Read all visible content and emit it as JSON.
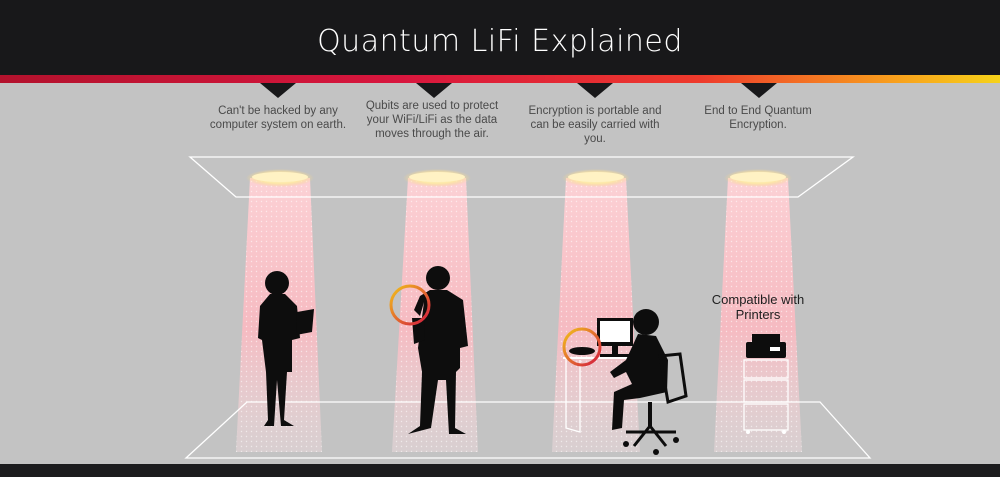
{
  "title": "Quantum LiFi Explained",
  "captions": [
    "Can't be hacked by any computer system on earth.",
    "Qubits are used to protect your WiFi/LiFi as the data moves through the air.",
    "Encryption is portable and can be easily carried with you.",
    "End to End Quantum Encryption."
  ],
  "printer_label": "Compatible with Printers",
  "colors": {
    "header_bg": "#18181a",
    "page_bg": "#c3c3c3",
    "gradient_start": "#b3122d",
    "gradient_end": "#f6d21a",
    "light_beam": "#ffb6be"
  }
}
